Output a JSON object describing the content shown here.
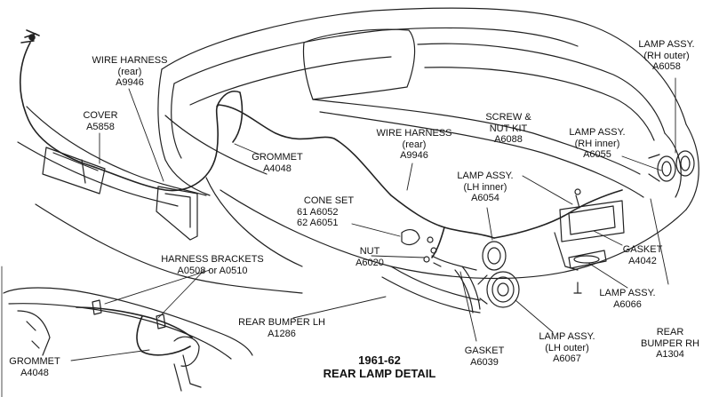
{
  "title": {
    "line1": "1961-62",
    "line2": "REAR LAMP DETAIL"
  },
  "callouts": {
    "wire_harness_upper": {
      "l1": "WIRE HARNESS",
      "l2": "(rear)",
      "l3": "A9946"
    },
    "cover": {
      "l1": "COVER",
      "l2": "A5858"
    },
    "grommet_upper": {
      "l1": "GROMMET",
      "l2": "A4048"
    },
    "wire_harness_mid": {
      "l1": "WIRE HARNESS",
      "l2": "(rear)",
      "l3": "A9946"
    },
    "screw_nut_kit": {
      "l1": "SCREW &",
      "l2": "NUT KIT",
      "l3": "A6088"
    },
    "lamp_rh_outer": {
      "l1": "LAMP ASSY.",
      "l2": "(RH outer)",
      "l3": "A6058"
    },
    "lamp_rh_inner": {
      "l1": "LAMP ASSY.",
      "l2": "(RH inner)",
      "l3": "A6055"
    },
    "lamp_lh_inner": {
      "l1": "LAMP ASSY.",
      "l2": "(LH inner)",
      "l3": "A6054"
    },
    "cone_set": {
      "l1": "CONE SET",
      "l2": "61  A6052",
      "l3": "62  A6051"
    },
    "nut": {
      "l1": "NUT",
      "l2": "A6020"
    },
    "gasket_right": {
      "l1": "GASKET",
      "l2": "A4042"
    },
    "lamp_66": {
      "l1": "LAMP ASSY.",
      "l2": "A6066"
    },
    "harness_brackets": {
      "l1": "HARNESS BRACKETS",
      "l2": "A0508 or A0510"
    },
    "rear_bumper_lh": {
      "l1": "REAR BUMPER LH",
      "l2": "A1286"
    },
    "grommet_lower": {
      "l1": "GROMMET",
      "l2": "A4048"
    },
    "gasket_lower": {
      "l1": "GASKET",
      "l2": "A6039"
    },
    "lamp_lh_outer": {
      "l1": "LAMP ASSY.",
      "l2": "(LH outer)",
      "l3": "A6067"
    },
    "rear_bumper_rh": {
      "l1": "REAR",
      "l2": "BUMPER RH",
      "l3": "A1304"
    }
  }
}
